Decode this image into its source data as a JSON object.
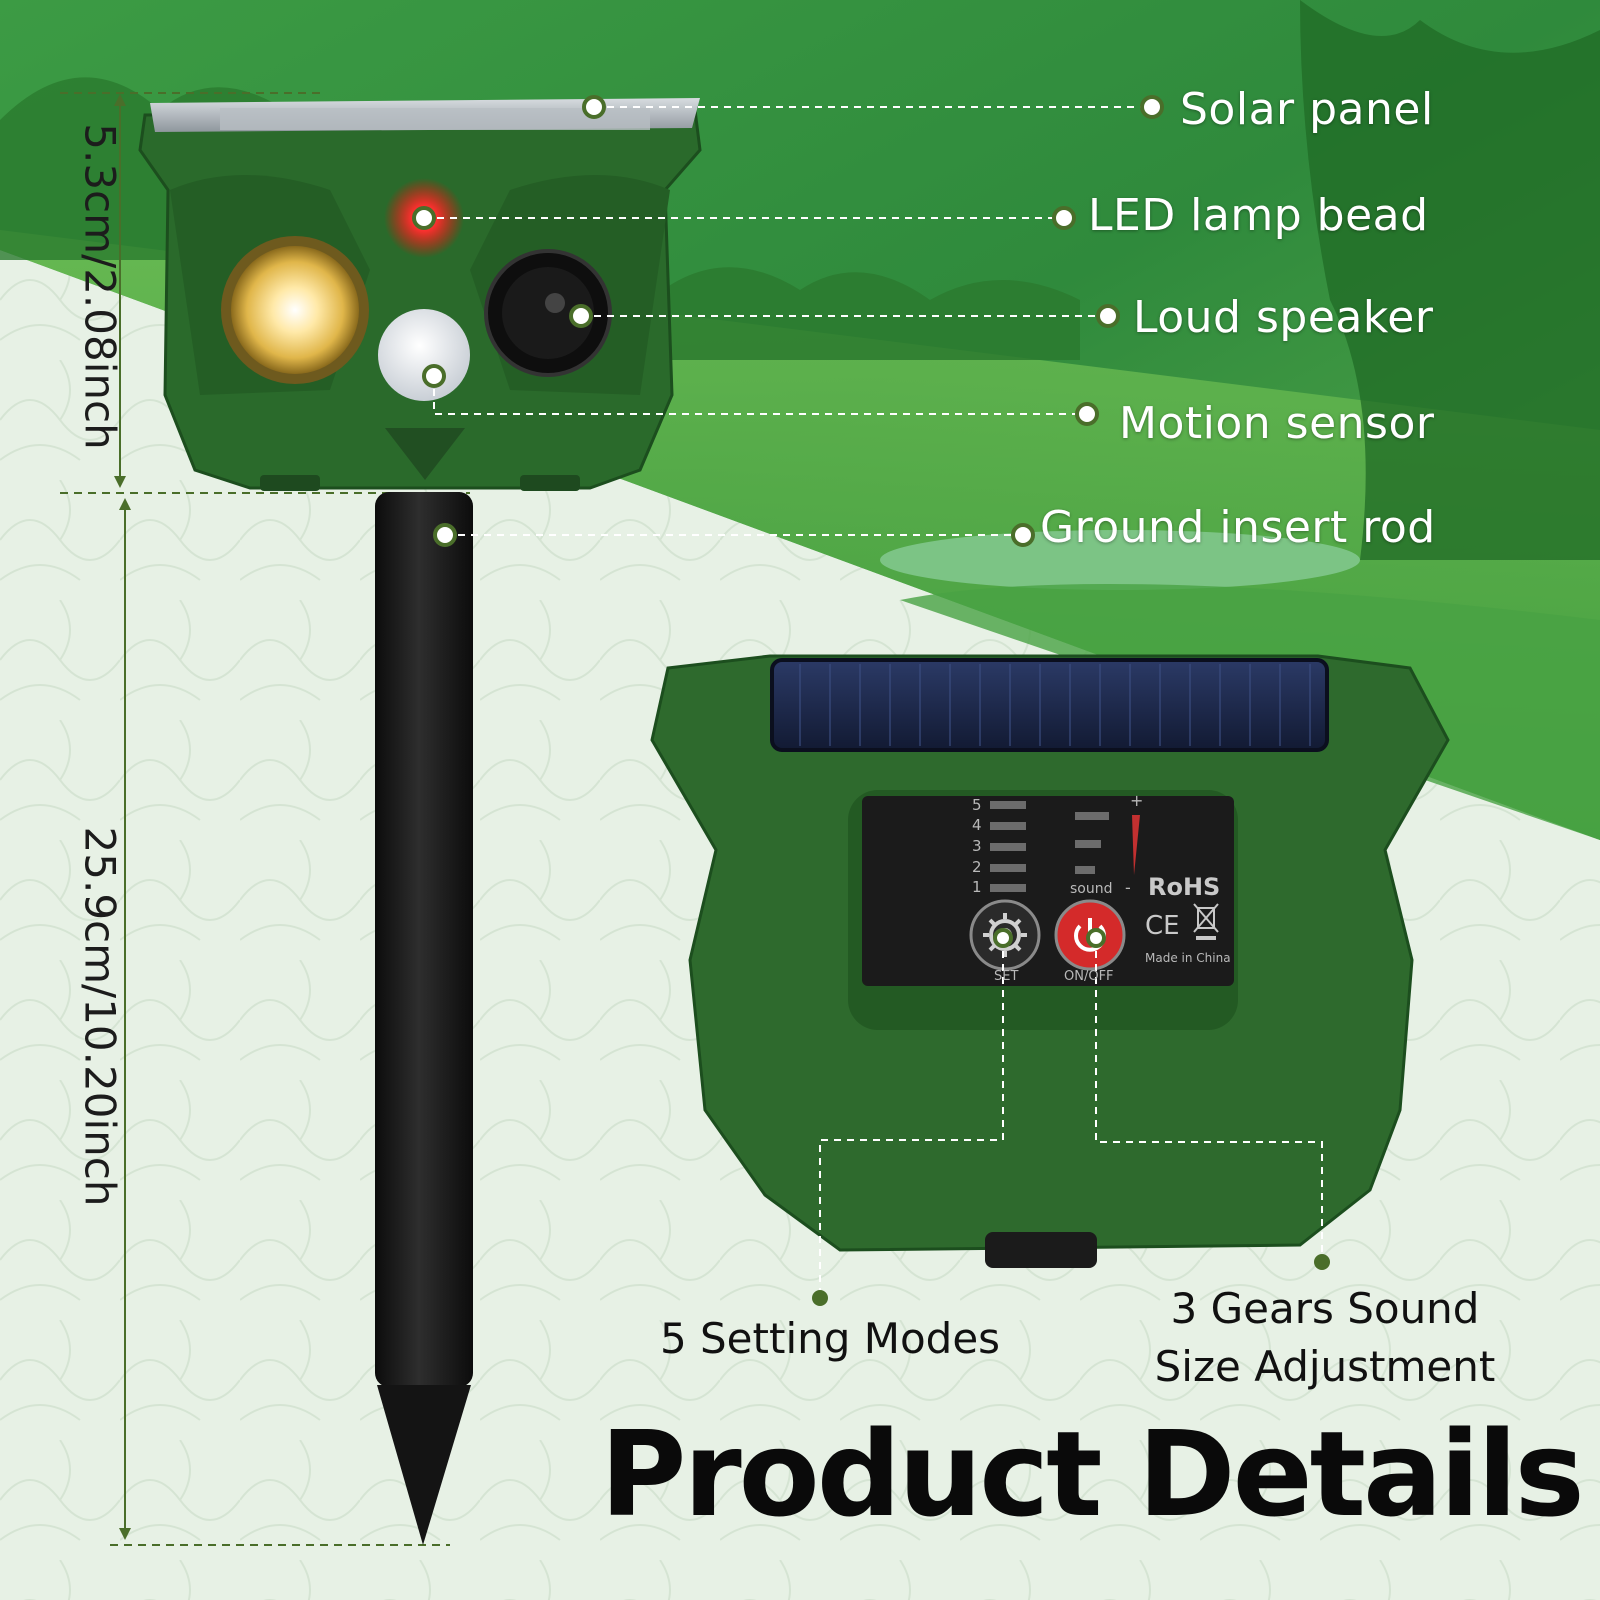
{
  "headline": "Product Details",
  "callouts": {
    "solar_panel": "Solar panel",
    "led_lamp_bead": "LED lamp bead",
    "loud_speaker": "Loud speaker",
    "motion_sensor": "Motion sensor",
    "ground_insert_rod": "Ground insert rod"
  },
  "dimensions": {
    "head_height": "5.3cm/2.08inch",
    "rod_height": "25.9cm/10.20inch"
  },
  "bottom_features": {
    "setting_modes": "5 Setting Modes",
    "sound_line1": "3 Gears Sound",
    "sound_line2": "Size Adjustment"
  },
  "control_panel": {
    "levels": [
      "5",
      "4",
      "3",
      "2",
      "1"
    ],
    "sound_label": "sound",
    "plus": "+",
    "minus": "-",
    "rohs": "RoHS",
    "ce": "CE",
    "made_in": "Made in China",
    "set_label": "SET",
    "onoff_label": "ON/OFF"
  },
  "colors": {
    "device_green": "#2f6b2c",
    "scenery_green": "#3f8f3a",
    "dot_green": "#4a6e2a",
    "onoff_red": "#d42a2a"
  },
  "icons": [
    "gear-icon",
    "power-icon",
    "weee-bin-icon"
  ]
}
